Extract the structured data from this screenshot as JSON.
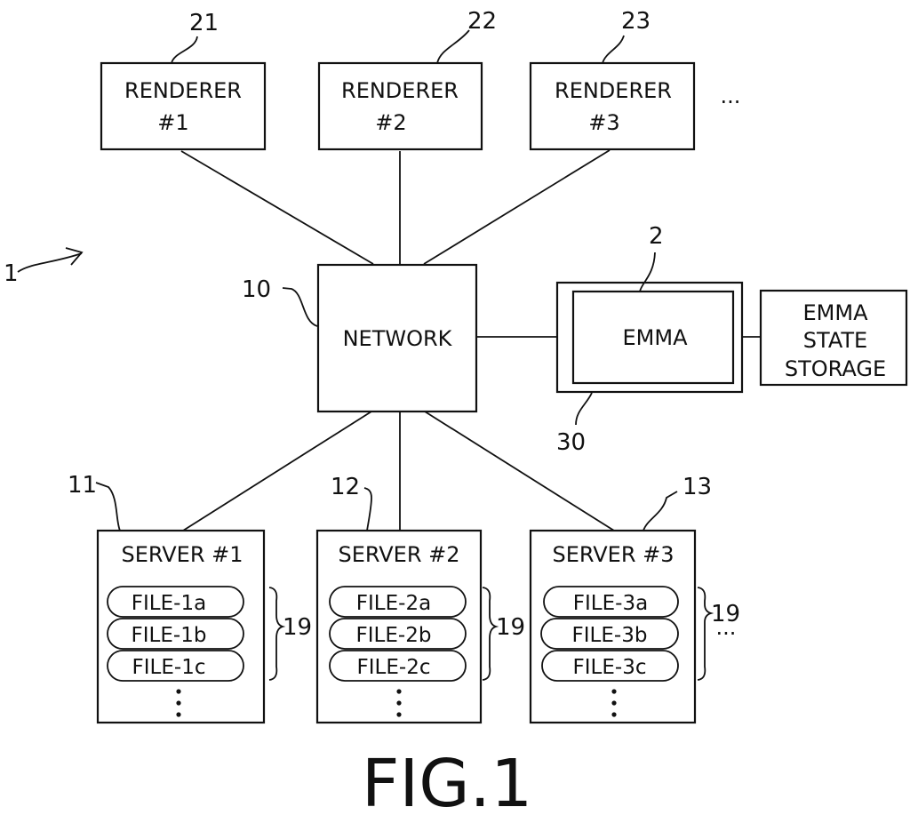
{
  "figure": {
    "caption": "FIG.1",
    "system_ref": "1"
  },
  "renderers": [
    {
      "ref": "21",
      "line1": "RENDERER",
      "line2": "#1"
    },
    {
      "ref": "22",
      "line1": "RENDERER",
      "line2": "#2"
    },
    {
      "ref": "23",
      "line1": "RENDERER",
      "line2": "#3"
    }
  ],
  "renderers_more": "...",
  "network": {
    "ref": "10",
    "label": "NETWORK"
  },
  "emma": {
    "ref": "2",
    "outer_ref": "30",
    "label": "EMMA"
  },
  "emma_storage": {
    "line1": "EMMA",
    "line2": "STATE",
    "line3": "STORAGE"
  },
  "servers": [
    {
      "ref": "11",
      "label": "SERVER #1",
      "files": [
        "FILE-1a",
        "FILE-1b",
        "FILE-1c"
      ],
      "files_ref": "19"
    },
    {
      "ref": "12",
      "label": "SERVER #2",
      "files": [
        "FILE-2a",
        "FILE-2b",
        "FILE-2c"
      ],
      "files_ref": "19"
    },
    {
      "ref": "13",
      "label": "SERVER #3",
      "files": [
        "FILE-3a",
        "FILE-3b",
        "FILE-3c"
      ],
      "files_ref": "19"
    }
  ],
  "servers_more": "..."
}
